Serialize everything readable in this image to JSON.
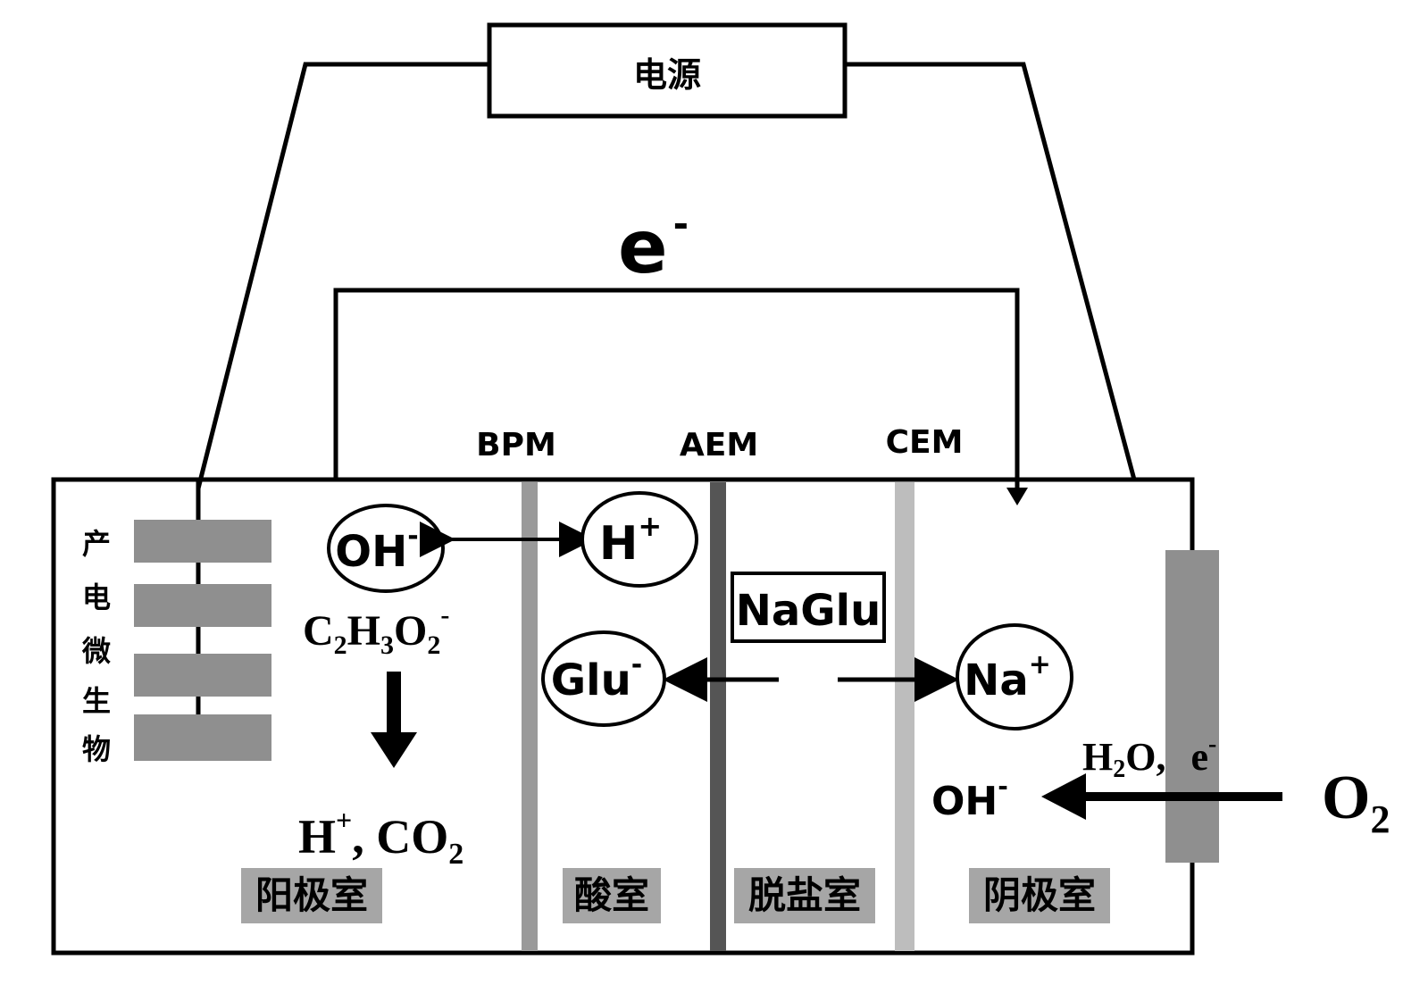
{
  "power_supply": {
    "label": "电源"
  },
  "electron_flow": {
    "base": "e",
    "charge": "-"
  },
  "membranes": {
    "bpm": "BPM",
    "aem": "AEM",
    "cem": "CEM"
  },
  "microbes": {
    "label_chars": [
      "产",
      "电",
      "微",
      "生",
      "物"
    ]
  },
  "anode": {
    "ion_oh": {
      "base": "OH",
      "charge": "-"
    },
    "substrate": {
      "c": "C",
      "c_sub": "2",
      "h": "H",
      "h_sub": "3",
      "o": "O",
      "o_sub": "2",
      "charge": "-"
    },
    "products": {
      "h": "H",
      "h_charge": "+",
      "sep": ", CO",
      "co2_sub": "2"
    }
  },
  "acid": {
    "ion_h": {
      "base": "H",
      "charge": "+"
    },
    "ion_glu": {
      "base": "Glu",
      "charge": "-"
    }
  },
  "desalination": {
    "salt": "NaGlu"
  },
  "cathode": {
    "ion_na": {
      "base": "Na",
      "charge": "+"
    },
    "reactants": {
      "h": "H",
      "h_sub": "2",
      "o": "O,",
      "e": "e",
      "e_charge": "-"
    },
    "product": {
      "base": "OH",
      "charge": "-"
    },
    "oxygen": {
      "base": "O",
      "sub": "2"
    }
  },
  "chamber_labels": {
    "anode": "阳极室",
    "acid": "酸室",
    "desalination": "脱盐室",
    "cathode": "阴极室"
  },
  "colors": {
    "line": "#000000",
    "electrode": "#8f8f8f",
    "bpm": "#9a9a9a",
    "aem": "#555555",
    "cem": "#bdbdbd",
    "label_bg": "#a6a6a6"
  }
}
